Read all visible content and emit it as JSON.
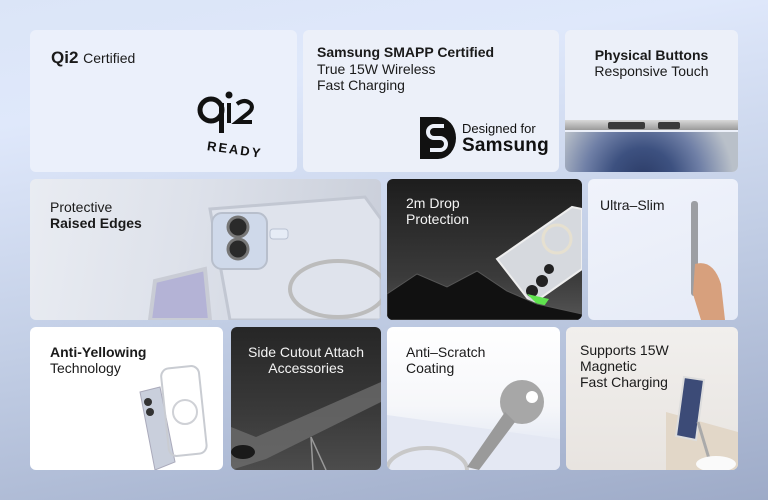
{
  "page": {
    "background": "#c3cfe6"
  },
  "cards": {
    "qi2": {
      "title_bold": "Qi2",
      "title_rest": "Certified",
      "logo": {
        "mark": "qi2",
        "subtext": "READY"
      }
    },
    "smapp": {
      "line1": "Samsung SMAPP Certified",
      "line2": "True 15W Wireless",
      "line3": "Fast Charging",
      "badge": {
        "line1": "Designed for",
        "line2": "Samsung"
      }
    },
    "buttons": {
      "line1": "Physical Buttons",
      "line2": "Responsive Touch"
    },
    "edges": {
      "line1": "Protective",
      "line2": "Raised Edges"
    },
    "drop": {
      "line1": "2m Drop",
      "line2": "Protection"
    },
    "slim": {
      "line1": "Ultra–Slim"
    },
    "yellowing": {
      "line1": "Anti-Yellowing",
      "line2": "Technology"
    },
    "cutout": {
      "line1": "Side Cutout Attach",
      "line2": "Accessories"
    },
    "scratch": {
      "line1": "Anti–Scratch",
      "line2": "Coating"
    },
    "charging": {
      "line1": "Supports 15W",
      "line2": "Magnetic",
      "line3": "Fast Charging"
    }
  }
}
